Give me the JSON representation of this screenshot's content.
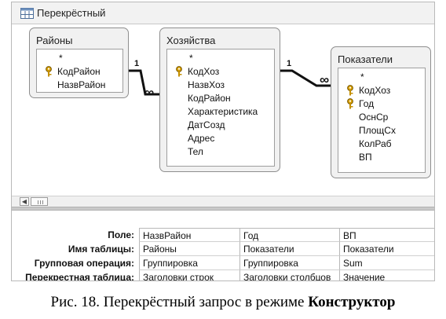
{
  "window": {
    "title": "Перекрёстный"
  },
  "tables": [
    {
      "name": "Районы",
      "fields": [
        {
          "label": "*",
          "key": false
        },
        {
          "label": "КодРайон",
          "key": true
        },
        {
          "label": "НазвРайон",
          "key": false
        }
      ]
    },
    {
      "name": "Хозяйства",
      "fields": [
        {
          "label": "*",
          "key": false
        },
        {
          "label": "КодХоз",
          "key": true
        },
        {
          "label": "НазвХоз",
          "key": false
        },
        {
          "label": "КодРайон",
          "key": false
        },
        {
          "label": "Характеристика",
          "key": false
        },
        {
          "label": "ДатСозд",
          "key": false
        },
        {
          "label": "Адрес",
          "key": false
        },
        {
          "label": "Тел",
          "key": false
        }
      ]
    },
    {
      "name": "Показатели",
      "fields": [
        {
          "label": "*",
          "key": false
        },
        {
          "label": "КодХоз",
          "key": true
        },
        {
          "label": "Год",
          "key": true
        },
        {
          "label": "ОснСр",
          "key": false
        },
        {
          "label": "ПлощСх",
          "key": false
        },
        {
          "label": "КолРаб",
          "key": false
        },
        {
          "label": "ВП",
          "key": false
        }
      ]
    }
  ],
  "relationships": [
    {
      "one": "1",
      "many": "∞"
    },
    {
      "one": "1",
      "many": "∞"
    }
  ],
  "grid": {
    "row_labels": [
      "Поле:",
      "Имя таблицы:",
      "Групповая операция:",
      "Перекрестная таблица:"
    ],
    "columns": [
      [
        "НазвРайон",
        "Районы",
        "Группировка",
        "Заголовки строк"
      ],
      [
        "Год",
        "Показатели",
        "Группировка",
        "Заголовки столбцов"
      ],
      [
        "ВП",
        "Показатели",
        "Sum",
        "Значение"
      ]
    ]
  },
  "caption": {
    "prefix": "Рис. 18. Перекрёстный запрос в режиме ",
    "bold": "Конструктор"
  },
  "colors": {
    "key_icon": "#d9a100",
    "window_border": "#b9b9b9",
    "table_bg": "#f1f1f1"
  },
  "icons": {
    "window": "query-icon",
    "key": "key-icon",
    "scroll_left": "arrow-left-icon"
  }
}
